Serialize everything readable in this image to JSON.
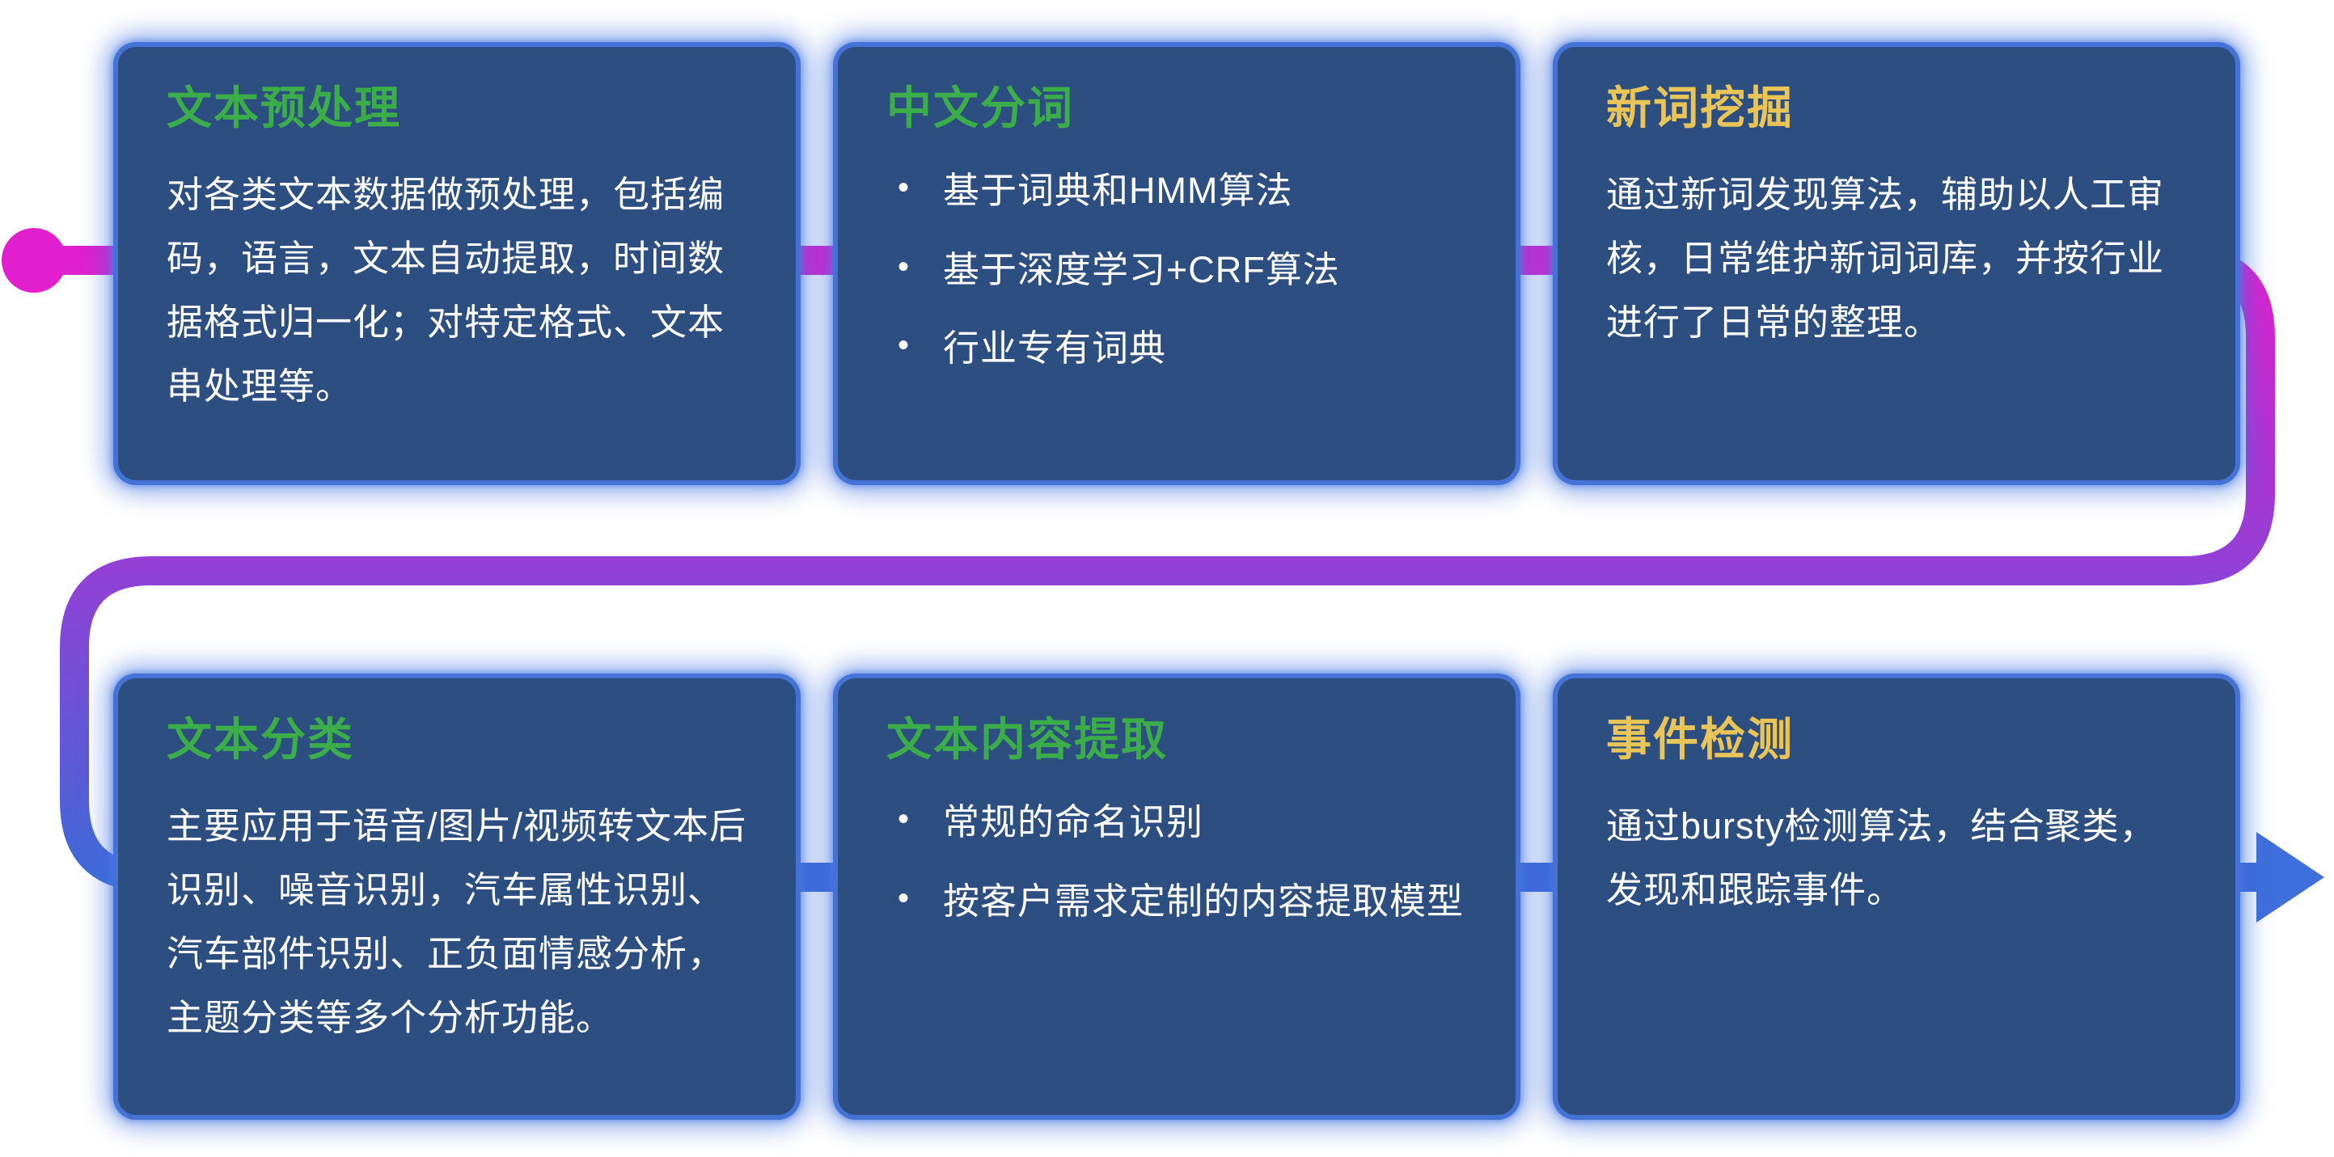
{
  "diagram": {
    "description": "NLP text processing pipeline flow diagram with six capability cards connected by an S-shaped gradient flow line"
  },
  "colors": {
    "card_background": "#2d4e80",
    "card_glow_blue": "#3e6fdd",
    "title_green": "#3bae4a",
    "title_yellow": "#e9c558",
    "body_text": "#ffffff",
    "flow_magenta": "#e11fce",
    "flow_purple": "#9240d6",
    "flow_blue": "#3e6ad8"
  },
  "cards": [
    {
      "id": "text-preprocessing",
      "title": "文本预处理",
      "title_color": "#3bae4a",
      "body": "对各类文本数据做预处理，包括编码，语言，文本自动提取，时间数据格式归一化；对特定格式、文本串处理等。"
    },
    {
      "id": "chinese-word-segmentation",
      "title": "中文分词",
      "title_color": "#3bae4a",
      "bullets": [
        "基于词典和HMM算法",
        "基于深度学习+CRF算法",
        "行业专有词典"
      ]
    },
    {
      "id": "new-word-mining",
      "title": "新词挖掘",
      "title_color": "#e9c558",
      "body": "通过新词发现算法，辅助以人工审核，日常维护新词词库，并按行业进行了日常的整理。"
    },
    {
      "id": "text-classification",
      "title": "文本分类",
      "title_color": "#3bae4a",
      "body": "主要应用于语音/图片/视频转文本后识别、噪音识别，汽车属性识别、汽车部件识别、正负面情感分析，主题分类等多个分析功能。"
    },
    {
      "id": "text-content-extraction",
      "title": "文本内容提取",
      "title_color": "#3bae4a",
      "bullets": [
        "常规的命名识别",
        "按客户需求定制的内容提取模型"
      ]
    },
    {
      "id": "event-detection",
      "title": "事件检测",
      "title_color": "#e9c558",
      "body": "通过bursty检测算法，结合聚类，发现和跟踪事件。"
    }
  ]
}
